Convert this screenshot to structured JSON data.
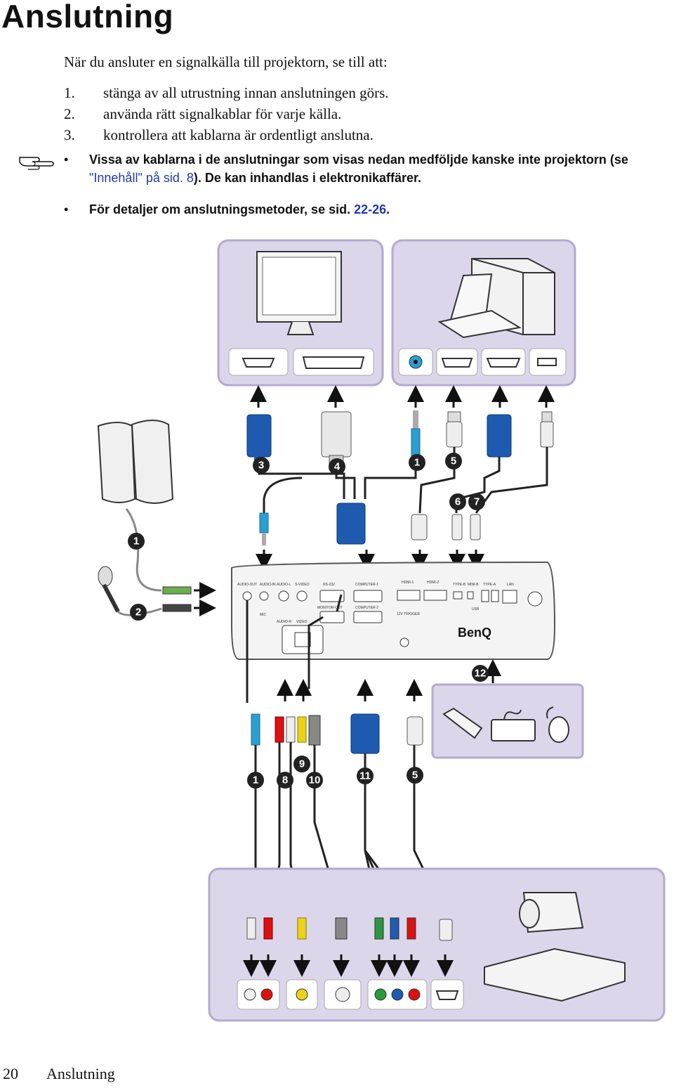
{
  "page": {
    "title": "Anslutning",
    "intro": "När du ansluter en signalkälla till projektorn, se till att:",
    "steps": [
      {
        "num": "1.",
        "text": "stänga av all utrustning innan anslutningen görs."
      },
      {
        "num": "2.",
        "text": "använda rätt signalkablar för varje källa."
      },
      {
        "num": "3.",
        "text": "kontrollera att kablarna är ordentligt anslutna."
      }
    ],
    "notes": {
      "bullet": "•",
      "n1_text_a": "Vissa av kablarna i de anslutningar som visas nedan medföljde kanske inte projektorn (se",
      "n1_link": "\"Innehåll\" på sid. 8",
      "n1_text_b": "). De kan inhandlas i elektronikaffärer.",
      "n2_text": "För detaljer om anslutningsmetoder, se sid. ",
      "n2_link": "22-26",
      "n2_end": "."
    },
    "footer": {
      "page_number": "20",
      "section": "Anslutning"
    }
  },
  "diagram": {
    "badges": {
      "b3": "3",
      "b4": "4",
      "b1a": "1",
      "b5a": "5",
      "b6": "6",
      "b7": "7",
      "b1b": "1",
      "b2": "2",
      "b12": "12",
      "b1c": "1",
      "b8": "8",
      "b9": "9",
      "b10": "10",
      "b11": "11",
      "b5b": "5"
    },
    "panel_labels": {
      "audio_out": "AUDIO-OUT",
      "audio_in": "AUDIO-IN",
      "audio_l": "AUDIO-L",
      "s_video": "S-VIDEO",
      "rs232": "RS-232",
      "computer1": "COMPUTER-1",
      "hdmi1": "HDMI-1",
      "hdmi2": "HDMI-2",
      "type_b": "TYPE-B",
      "mini_b": "MINI-B",
      "type_a": "TYPE-A",
      "lan": "LAN",
      "monitor_out": "MONITOR-OUT",
      "computer2": "COMPUTER-2",
      "audio_r": "AUDIO-R",
      "video": "VIDEO",
      "trigger": "12V TRIGGER",
      "usb": "USB",
      "mic": "MIC"
    },
    "brand": "BenQ",
    "colors": {
      "badge": "#222222",
      "panel_fill": "#dcd6ea",
      "panel_stroke": "#b4a9cf",
      "vga_blue": "#1e5bb0"
    }
  }
}
